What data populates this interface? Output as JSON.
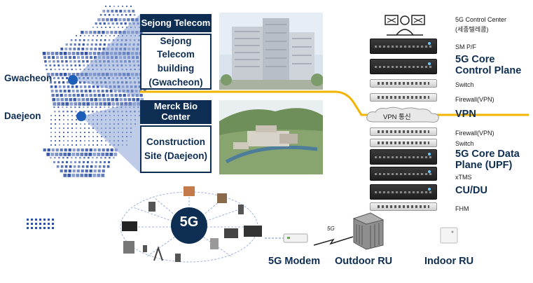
{
  "map": {
    "city_gwacheon": "Gwacheon",
    "city_daejeon": "Daejeon",
    "accent": "#2e4fa3"
  },
  "sites": {
    "sejong": {
      "title": "Sejong Telecom",
      "body": "Sejong Telecom building (Gwacheon)"
    },
    "merck": {
      "title": "Merck Bio Center",
      "body": "Construction Site (Daejeon)"
    }
  },
  "network": {
    "control_center": "5G Control Center",
    "control_center_kr": "(세종텔레콤)",
    "sm_pf": "SM P/F",
    "core_control": "5G Core Control Plane",
    "switch_1": "Switch",
    "firewall_1": "Firewall(VPN)",
    "vpn_cloud": "VPN 통신",
    "vpn": "VPN",
    "firewall_2": "Firewall(VPN)",
    "switch_2": "Switch",
    "core_data": "5G Core Data Plane (UPF)",
    "xtms": "xTMS",
    "cudu": "CU/DU",
    "fhm": "FHM",
    "vpn_line_color": "#f2b400"
  },
  "access": {
    "hub_label": "5G",
    "link_label": "5G",
    "modem": "5G Modem",
    "outdoor_ru": "Outdoor RU",
    "indoor_ru": "Indoor RU"
  }
}
